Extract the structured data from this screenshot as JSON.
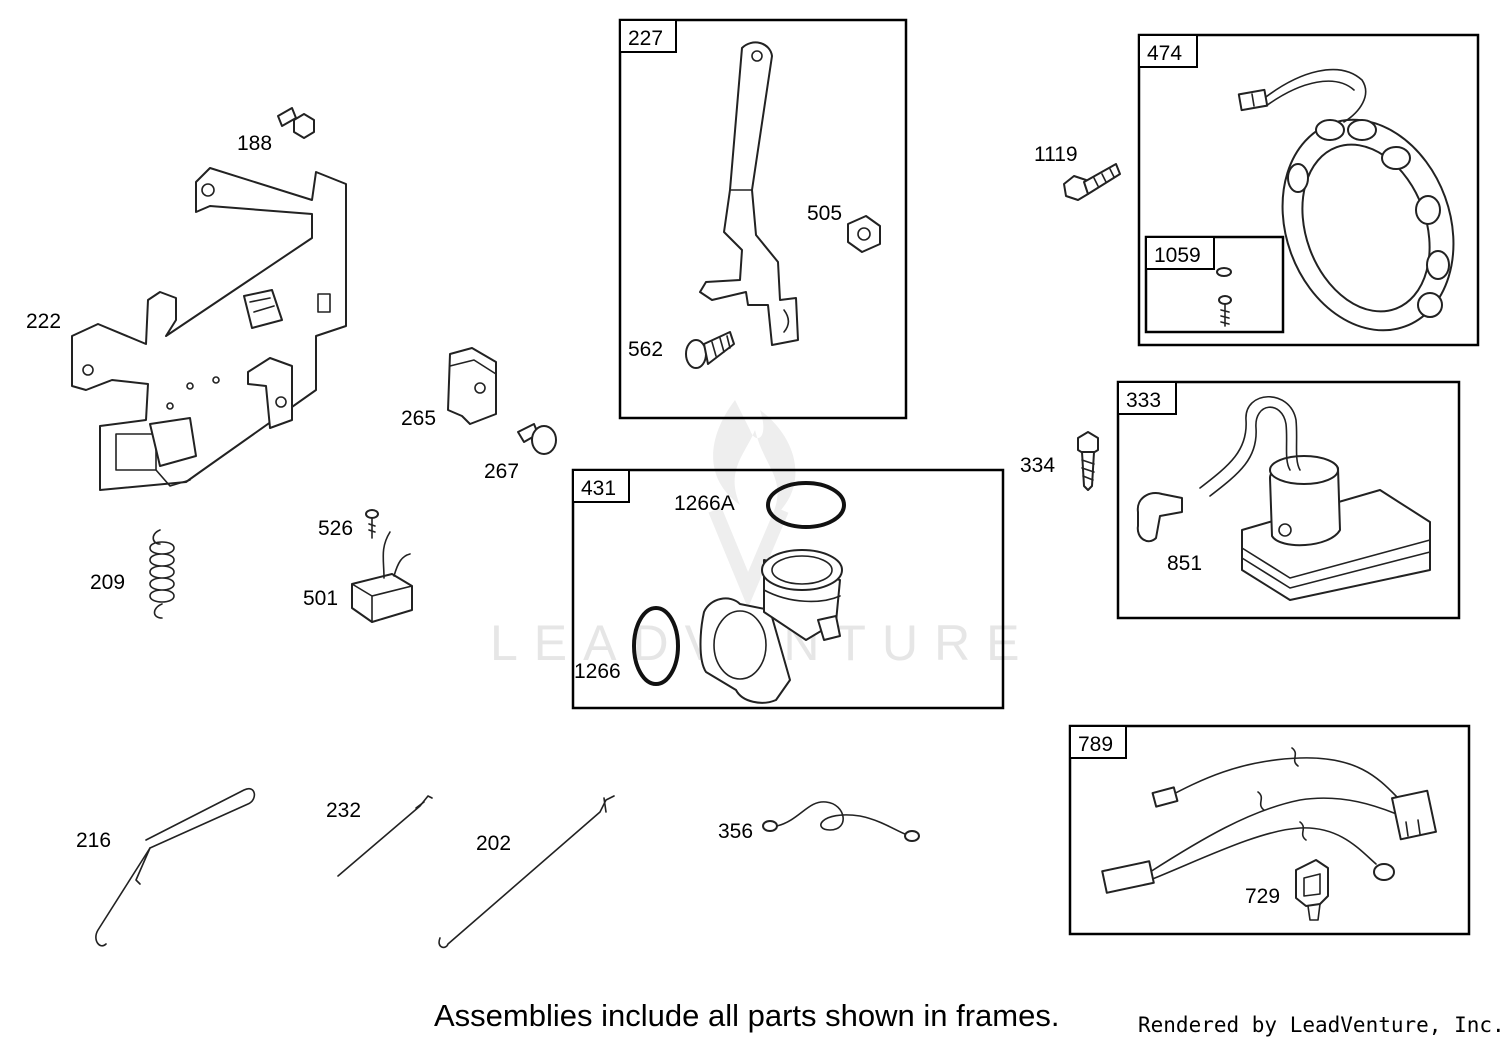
{
  "watermark": "LEADVENTURE",
  "footer": {
    "note": "Assemblies include all parts shown in frames.",
    "credit": "Rendered by LeadVenture, Inc."
  },
  "frames": {
    "f227": "227",
    "f474": "474",
    "f1059": "1059",
    "f333": "333",
    "f431": "431",
    "f789": "789"
  },
  "parts": {
    "p188": "188",
    "p222": "222",
    "p265": "265",
    "p267": "267",
    "p209": "209",
    "p526": "526",
    "p501": "501",
    "p505": "505",
    "p562": "562",
    "p1266A": "1266A",
    "p1266": "1266",
    "p1119": "1119",
    "p334": "334",
    "p851": "851",
    "p216": "216",
    "p232": "232",
    "p202": "202",
    "p356": "356",
    "p729": "729"
  }
}
